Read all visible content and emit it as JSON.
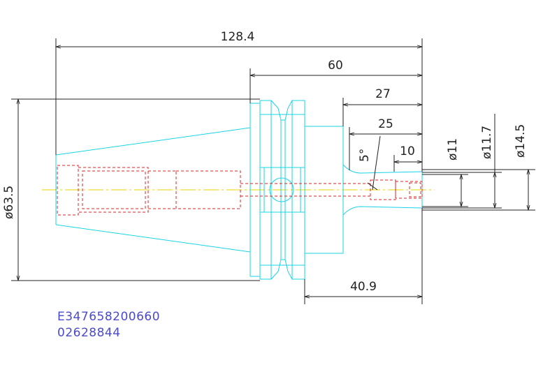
{
  "dimensions": {
    "overall_length": "128.4",
    "flange_to_tip": "60",
    "shank_length_a": "27",
    "shank_length_b": "25",
    "tip_length": "10",
    "angle": "5°",
    "diameter_a": "ø11",
    "diameter_b": "ø11.7",
    "diameter_c": "ø14.5",
    "taper_diameter": "ø63.5",
    "flange_length": "40.9"
  },
  "identifiers": {
    "part_number": "E347658200660",
    "serial_number": "02628844"
  },
  "colors": {
    "outline": "#19d3e6",
    "hidden": "#e02020",
    "centerline": "#e8d400",
    "dimension": "#222222",
    "text_id": "#4a4acd"
  }
}
